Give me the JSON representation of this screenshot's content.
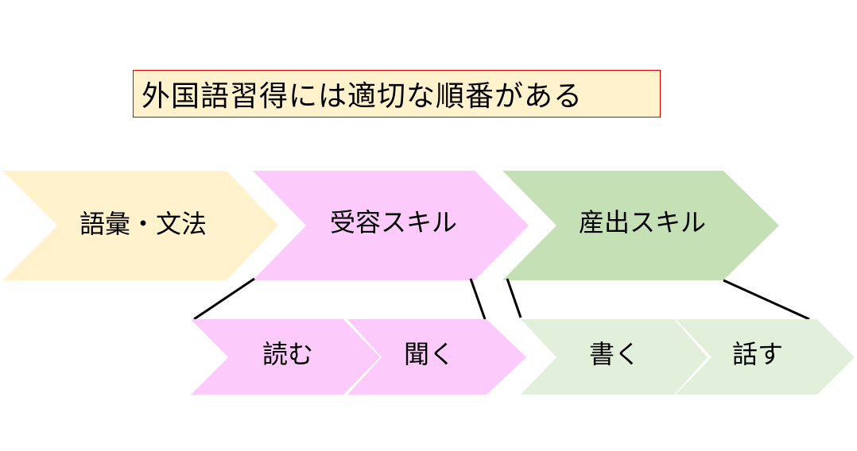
{
  "title": "外国語習得には適切な順番がある",
  "stages": [
    {
      "label": "語彙・文法",
      "color": "#fff2cc"
    },
    {
      "label": "受容スキル",
      "color": "#fccbfc"
    },
    {
      "label": "産出スキル",
      "color": "#c5e0b4"
    }
  ],
  "skills": [
    {
      "label": "読む",
      "color": "#fccbfc"
    },
    {
      "label": "聞く",
      "color": "#fccbfc"
    },
    {
      "label": "書く",
      "color": "#e2efda"
    },
    {
      "label": "話す",
      "color": "#e2efda"
    }
  ]
}
